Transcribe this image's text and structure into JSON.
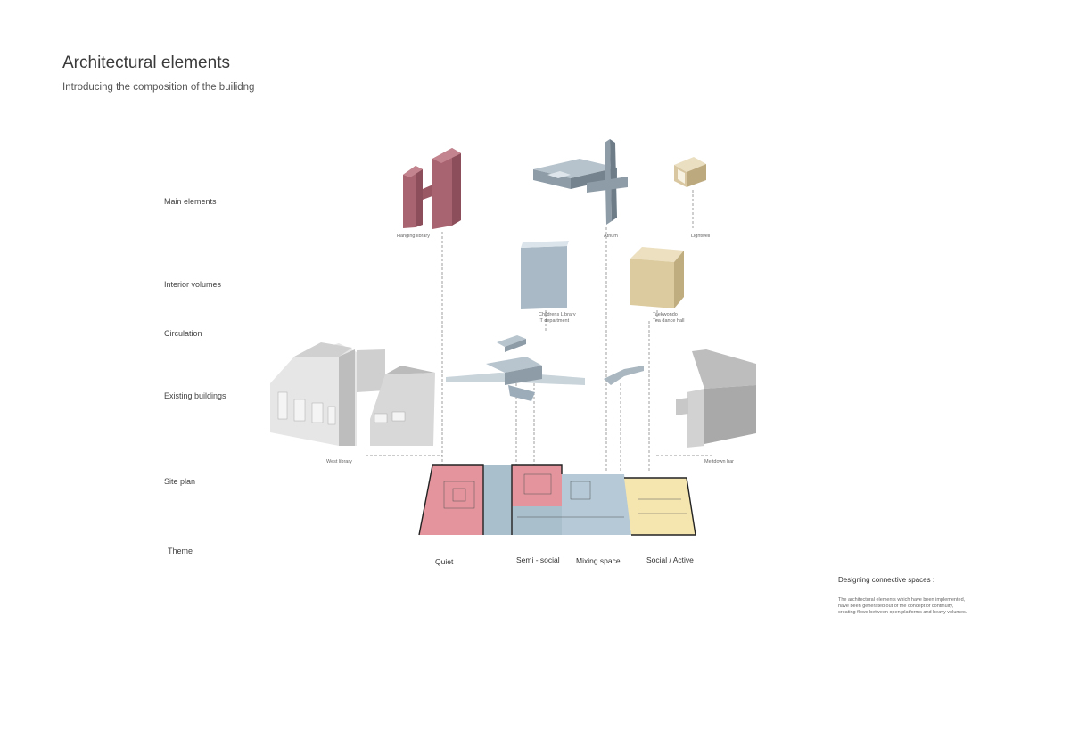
{
  "header": {
    "title": "Architectural elements",
    "subtitle": "Introducing the composition of the builidng"
  },
  "rows": {
    "main_elements": "Main elements",
    "interior_volumes": "Interior volumes",
    "circulation": "Circulation",
    "existing_buildings": "Existing buildings",
    "site_plan": "Site plan",
    "theme": "Theme"
  },
  "captions": {
    "hanging_library": "Hanging library",
    "atrium": "Atrium",
    "lightwell": "Lightwell",
    "childrens_library": "Childrens Library",
    "it_department": "IT department",
    "taekwondo": "Taekwondo",
    "tea_dance_hall": "Tea dance hall",
    "west_library": "West library",
    "meltdown_bar": "Meltdown bar"
  },
  "themes": {
    "quiet": "Quiet",
    "semi_social": "Semi - social",
    "mixing_space": "Mixing space",
    "social_active": "Social / Active"
  },
  "note": {
    "title": "Designing connective spaces :",
    "line1": "The architectural elements which have been implemented,",
    "line2": "have been generated out of the concept of continuity,",
    "line3": "creating flows between open platforms and heavy volumes."
  },
  "colors": {
    "quiet_zone": "#e3949c",
    "semi_social_zone": "#a9bfcc",
    "mixing_zone": "#b5c9d6",
    "social_zone": "#f5e6b0",
    "hanging_library": "#a86470",
    "atrium": "#8e9ca7",
    "lightwell": "#d8c7a0",
    "interior_blue": "#a9b9c5",
    "interior_beige": "#dccb9e",
    "existing_grey": "#c4c4c4"
  }
}
